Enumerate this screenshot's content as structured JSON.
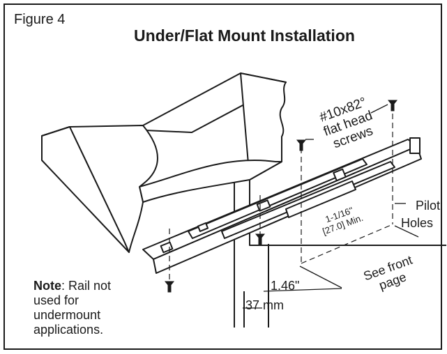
{
  "figure_label": "Figure 4",
  "title": "Under/Flat Mount Installation",
  "screws_label": {
    "line1": "#10x82°",
    "line2": "flat head",
    "line3": "screws"
  },
  "pilot_label": {
    "line1": "Pilot",
    "line2": "Holes"
  },
  "min_label": {
    "line1": "1-1/16\"",
    "line2": "[27.0] Min."
  },
  "front_label": {
    "line1": "See front",
    "line2": "page"
  },
  "width_label": {
    "line1": "1.46\"",
    "line2": "37 mm"
  },
  "note": {
    "bold": "Note",
    "text": ": Rail not used for undermount applications."
  }
}
